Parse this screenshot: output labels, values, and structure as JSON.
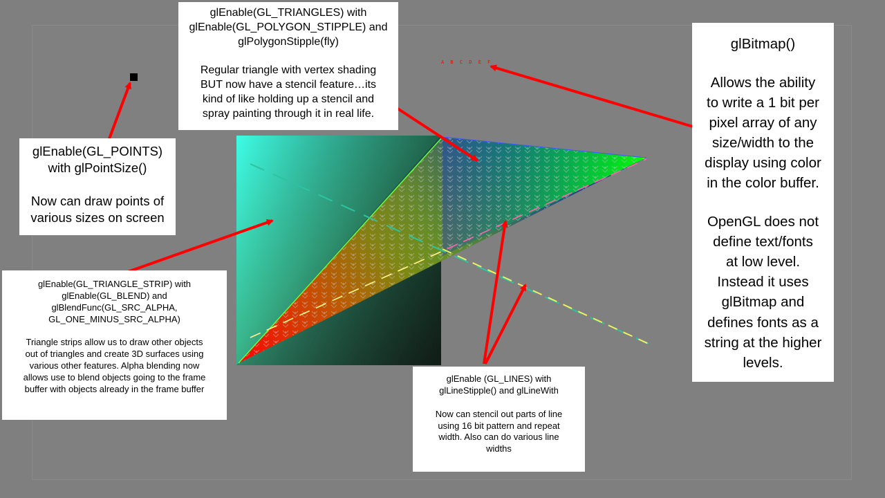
{
  "colors": {
    "background": "#7f7f7f",
    "arrow": "#ff0000",
    "callout_bg": "#ffffff"
  },
  "bitmap_text": "A B C D E F",
  "callouts": {
    "stipple": {
      "line1": "glEnable(GL_TRIANGLES) with",
      "line2": "glEnable(GL_POLYGON_STIPPLE) and",
      "line3": "glPolygonStipple(fly)",
      "line4": "Regular triangle with vertex shading",
      "line5": "BUT now have a stencil feature…its",
      "line6": "kind of like holding up a stencil and",
      "line7": "spray painting through it in real life."
    },
    "points": {
      "line1": "glEnable(GL_POINTS)",
      "line2": "with glPointSize()",
      "line3": "Now can draw points of",
      "line4": "various sizes on screen"
    },
    "strip": {
      "line1": "glEnable(GL_TRIANGLE_STRIP) with",
      "line2": "glEnable(GL_BLEND) and",
      "line3": "glBlendFunc(GL_SRC_ALPHA,",
      "line4": "GL_ONE_MINUS_SRC_ALPHA)",
      "line5": "Triangle strips allow us to draw other objects",
      "line6": "out of triangles and create 3D surfaces using",
      "line7": "various other features.  Alpha blending now",
      "line8": "allows use to blend objects going to the frame",
      "line9": "buffer with objects already in the frame buffer"
    },
    "lines": {
      "line1": "glEnable (GL_LINES) with",
      "line2": "glLineStipple() and glLineWith",
      "line3": "Now can stencil out parts of line",
      "line4": "using 16 bit pattern and repeat",
      "line5": "width.  Also can do various line",
      "line6": "widths"
    },
    "bitmap": {
      "line1": "glBitmap()",
      "line2": "Allows the ability",
      "line3": "to write a 1 bit per",
      "line4": "pixel array of any",
      "line5": "size/width to the",
      "line6": "display using color",
      "line7": "in the color buffer.",
      "line8": "OpenGL does not",
      "line9": "define text/fonts",
      "line10": "at low level.",
      "line11": "Instead it uses",
      "line12": "glBitmap and",
      "line13": "defines fonts as a",
      "line14": "string at the higher",
      "line15": "levels."
    }
  }
}
